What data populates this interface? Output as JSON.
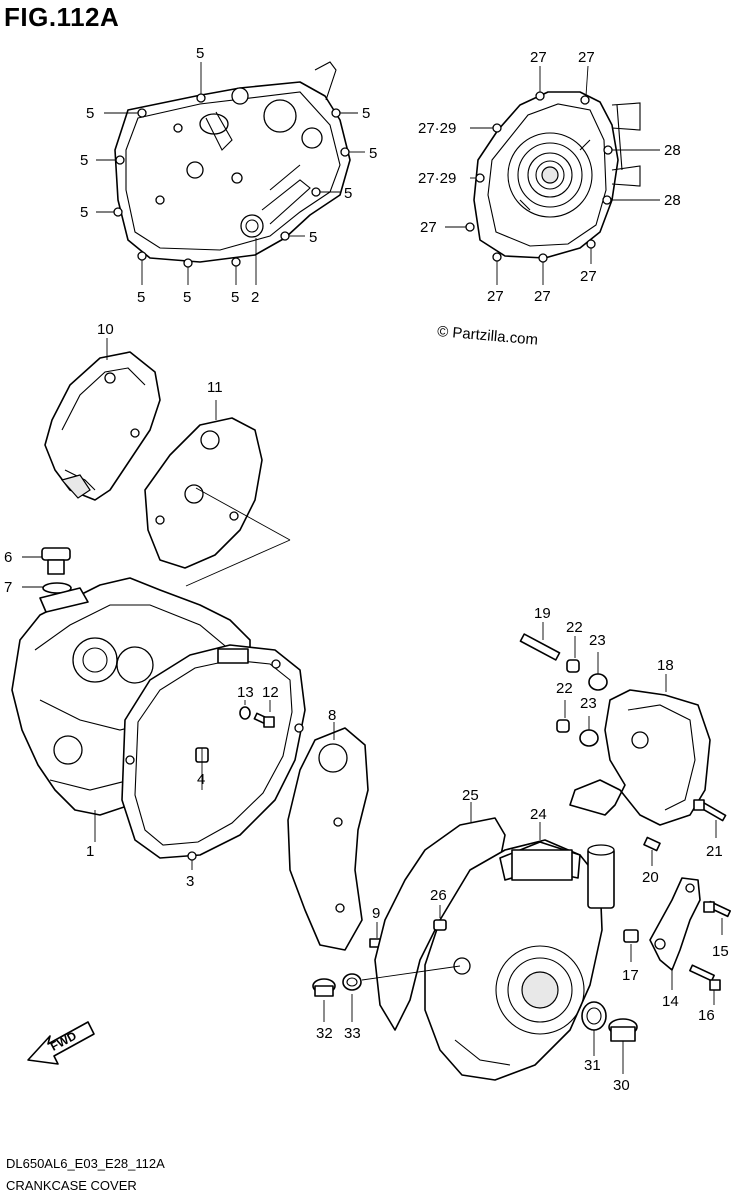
{
  "figure": {
    "title": "FIG.112A",
    "code": "DL650AL6_E03_E28_112A",
    "name": "CRANKCASE COVER",
    "watermark": "© Partzilla.com",
    "fwd_label": "FWD"
  },
  "callouts": {
    "c1": "1",
    "c2": "2",
    "c3": "3",
    "c4": "4",
    "c5": "5",
    "c6": "6",
    "c7": "7",
    "c8": "8",
    "c9": "9",
    "c10": "10",
    "c11": "11",
    "c12": "12",
    "c13": "13",
    "c14": "14",
    "c15": "15",
    "c16": "16",
    "c17": "17",
    "c18": "18",
    "c19": "19",
    "c20": "20",
    "c21": "21",
    "c22": "22",
    "c23": "23",
    "c24": "24",
    "c25": "25",
    "c26": "26",
    "c27": "27",
    "c28": "28",
    "c30": "30",
    "c31": "31",
    "c32": "32",
    "c33": "33",
    "c2729": "27·29"
  }
}
